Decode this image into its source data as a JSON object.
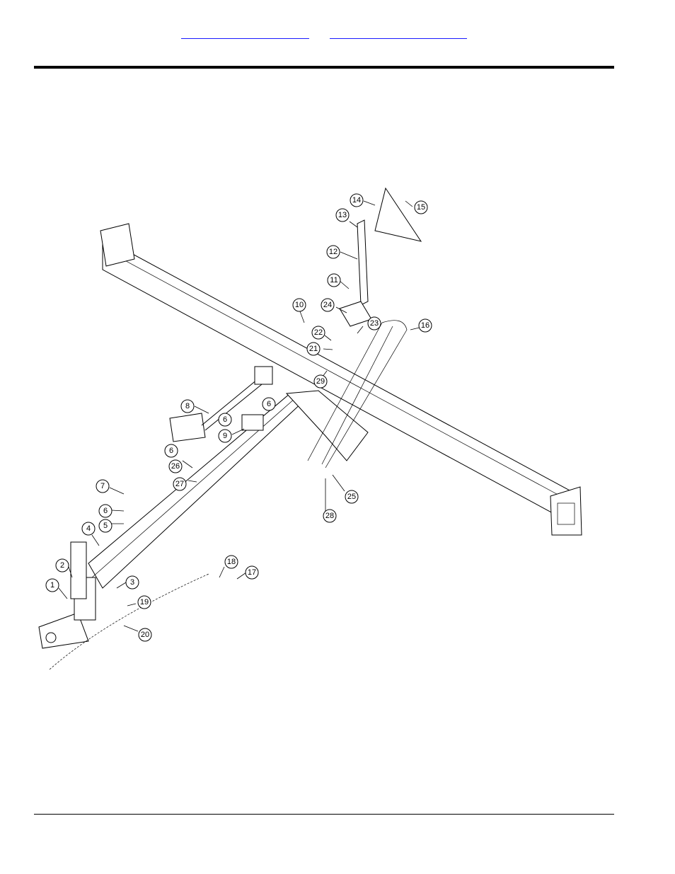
{
  "header": {
    "link_1": "",
    "link_2": ""
  },
  "diagram": {
    "callouts": [
      {
        "id": "1",
        "label": "1"
      },
      {
        "id": "2",
        "label": "2"
      },
      {
        "id": "3",
        "label": "3"
      },
      {
        "id": "4",
        "label": "4"
      },
      {
        "id": "5",
        "label": "5"
      },
      {
        "id": "6a",
        "label": "6"
      },
      {
        "id": "6b",
        "label": "6"
      },
      {
        "id": "6c",
        "label": "6"
      },
      {
        "id": "6d",
        "label": "6"
      },
      {
        "id": "7",
        "label": "7"
      },
      {
        "id": "8",
        "label": "8"
      },
      {
        "id": "9",
        "label": "9"
      },
      {
        "id": "10",
        "label": "10"
      },
      {
        "id": "11",
        "label": "11"
      },
      {
        "id": "12",
        "label": "12"
      },
      {
        "id": "13",
        "label": "13"
      },
      {
        "id": "14",
        "label": "14"
      },
      {
        "id": "15",
        "label": "15"
      },
      {
        "id": "16",
        "label": "16"
      },
      {
        "id": "17",
        "label": "17"
      },
      {
        "id": "18",
        "label": "18"
      },
      {
        "id": "19",
        "label": "19"
      },
      {
        "id": "20",
        "label": "20"
      },
      {
        "id": "21",
        "label": "21"
      },
      {
        "id": "22",
        "label": "22"
      },
      {
        "id": "23",
        "label": "23"
      },
      {
        "id": "24",
        "label": "24"
      },
      {
        "id": "25",
        "label": "25"
      },
      {
        "id": "26",
        "label": "26"
      },
      {
        "id": "27",
        "label": "27"
      },
      {
        "id": "28",
        "label": "28"
      },
      {
        "id": "29",
        "label": "29"
      }
    ]
  }
}
